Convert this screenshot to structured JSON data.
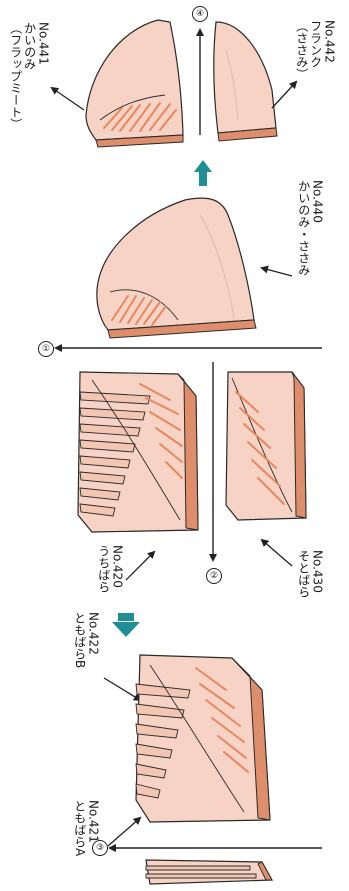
{
  "colors": {
    "meat_light": "#f6d3c4",
    "meat_mid": "#f0b8a2",
    "meat_streak": "#e8875e",
    "meat_edge": "#df8e6c",
    "outline": "#2a2a2a",
    "accent_arrow": "#1f8f95"
  },
  "labels": {
    "no441": {
      "number": "No.441",
      "name": "かいのみ",
      "alt": "（フラップミート）"
    },
    "no442": {
      "number": "No.442",
      "name": "フランク",
      "alt": "（ささみ）"
    },
    "no440": {
      "number": "No.440",
      "name": "かいのみ・ささみ"
    },
    "no420": {
      "number": "No.420",
      "name": "うちばら"
    },
    "no430": {
      "number": "No.430",
      "name": "そとばら"
    },
    "no422": {
      "number": "No.422",
      "name": "ともばらB"
    },
    "no421": {
      "number": "No.421",
      "name": "ともばらA"
    }
  },
  "cut_markers": {
    "m1": "①",
    "m2": "②",
    "m3": "③",
    "m4": "④"
  }
}
